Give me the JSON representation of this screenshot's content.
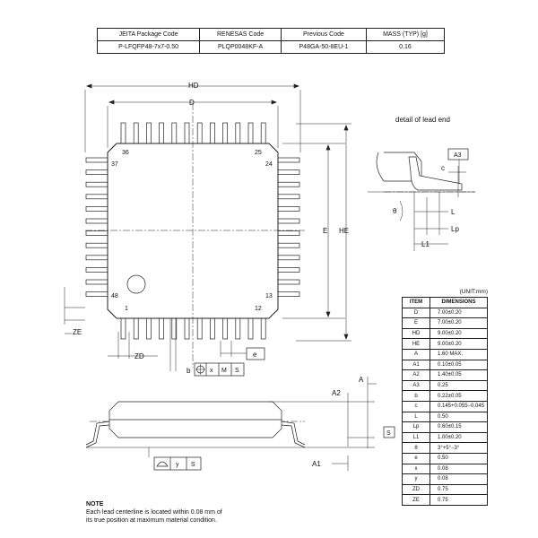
{
  "header_table": {
    "headers": [
      "JEITA Package Code",
      "RENESAS Code",
      "Previous Code",
      "MASS (TYP) [g]"
    ],
    "values": [
      "P-LFQFP48-7x7-0.50",
      "PLQP0048KF-A",
      "P48GA-50-8EU-1",
      "0.16"
    ]
  },
  "drawing": {
    "dim_HD": "HD",
    "dim_D": "D",
    "dim_E": "E",
    "dim_HE": "HE",
    "dim_ZE": "ZE",
    "dim_ZD": "ZD",
    "pin_36": "36",
    "pin_25": "25",
    "pin_37": "37",
    "pin_24": "24",
    "pin_48": "48",
    "pin_13": "13",
    "pin_1": "1",
    "pin_12": "12",
    "tol_b": "b",
    "tol_x": "x",
    "tol_m": "M",
    "tol_s": "S",
    "tol_e": "e",
    "side_A": "A",
    "side_A2": "A2",
    "side_A1": "A1",
    "side_S": "S",
    "flat_y": "y",
    "flat_s": "S",
    "detail_title": "detail of lead end",
    "detail_A3": "A3",
    "detail_c": "c",
    "detail_theta": "θ",
    "detail_L": "L",
    "detail_Lp": "Lp",
    "detail_L1": "L1"
  },
  "dimensions": {
    "unit": "(UNIT:mm)",
    "headers": [
      "ITEM",
      "DIMENSIONS"
    ],
    "rows": [
      {
        "item": "D",
        "value": "7.00±0.20"
      },
      {
        "item": "E",
        "value": "7.00±0.20"
      },
      {
        "item": "HD",
        "value": "9.00±0.20"
      },
      {
        "item": "HE",
        "value": "9.00±0.20"
      },
      {
        "item": "A",
        "value": "1.60 MAX."
      },
      {
        "item": "A1",
        "value": "0.10±0.05"
      },
      {
        "item": "A2",
        "value": "1.40±0.05"
      },
      {
        "item": "A3",
        "value": "0.25"
      },
      {
        "item": "b",
        "value": "0.22±0.05"
      },
      {
        "item": "c",
        "value": "0.145+0.055−0.045"
      },
      {
        "item": "L",
        "value": "0.50"
      },
      {
        "item": "Lp",
        "value": "0.60±0.15"
      },
      {
        "item": "L1",
        "value": "1.00±0.20"
      },
      {
        "item": "θ",
        "value": "3°+5°−3°"
      },
      {
        "item": "e",
        "value": "0.50"
      },
      {
        "item": "x",
        "value": "0.08"
      },
      {
        "item": "y",
        "value": "0.08"
      },
      {
        "item": "ZD",
        "value": "0.75"
      },
      {
        "item": "ZE",
        "value": "0.75"
      }
    ]
  },
  "note": {
    "title": "NOTE",
    "line1": "Each lead centerline is located within 0.08 mm of",
    "line2": "its true position at maximum material condition."
  }
}
